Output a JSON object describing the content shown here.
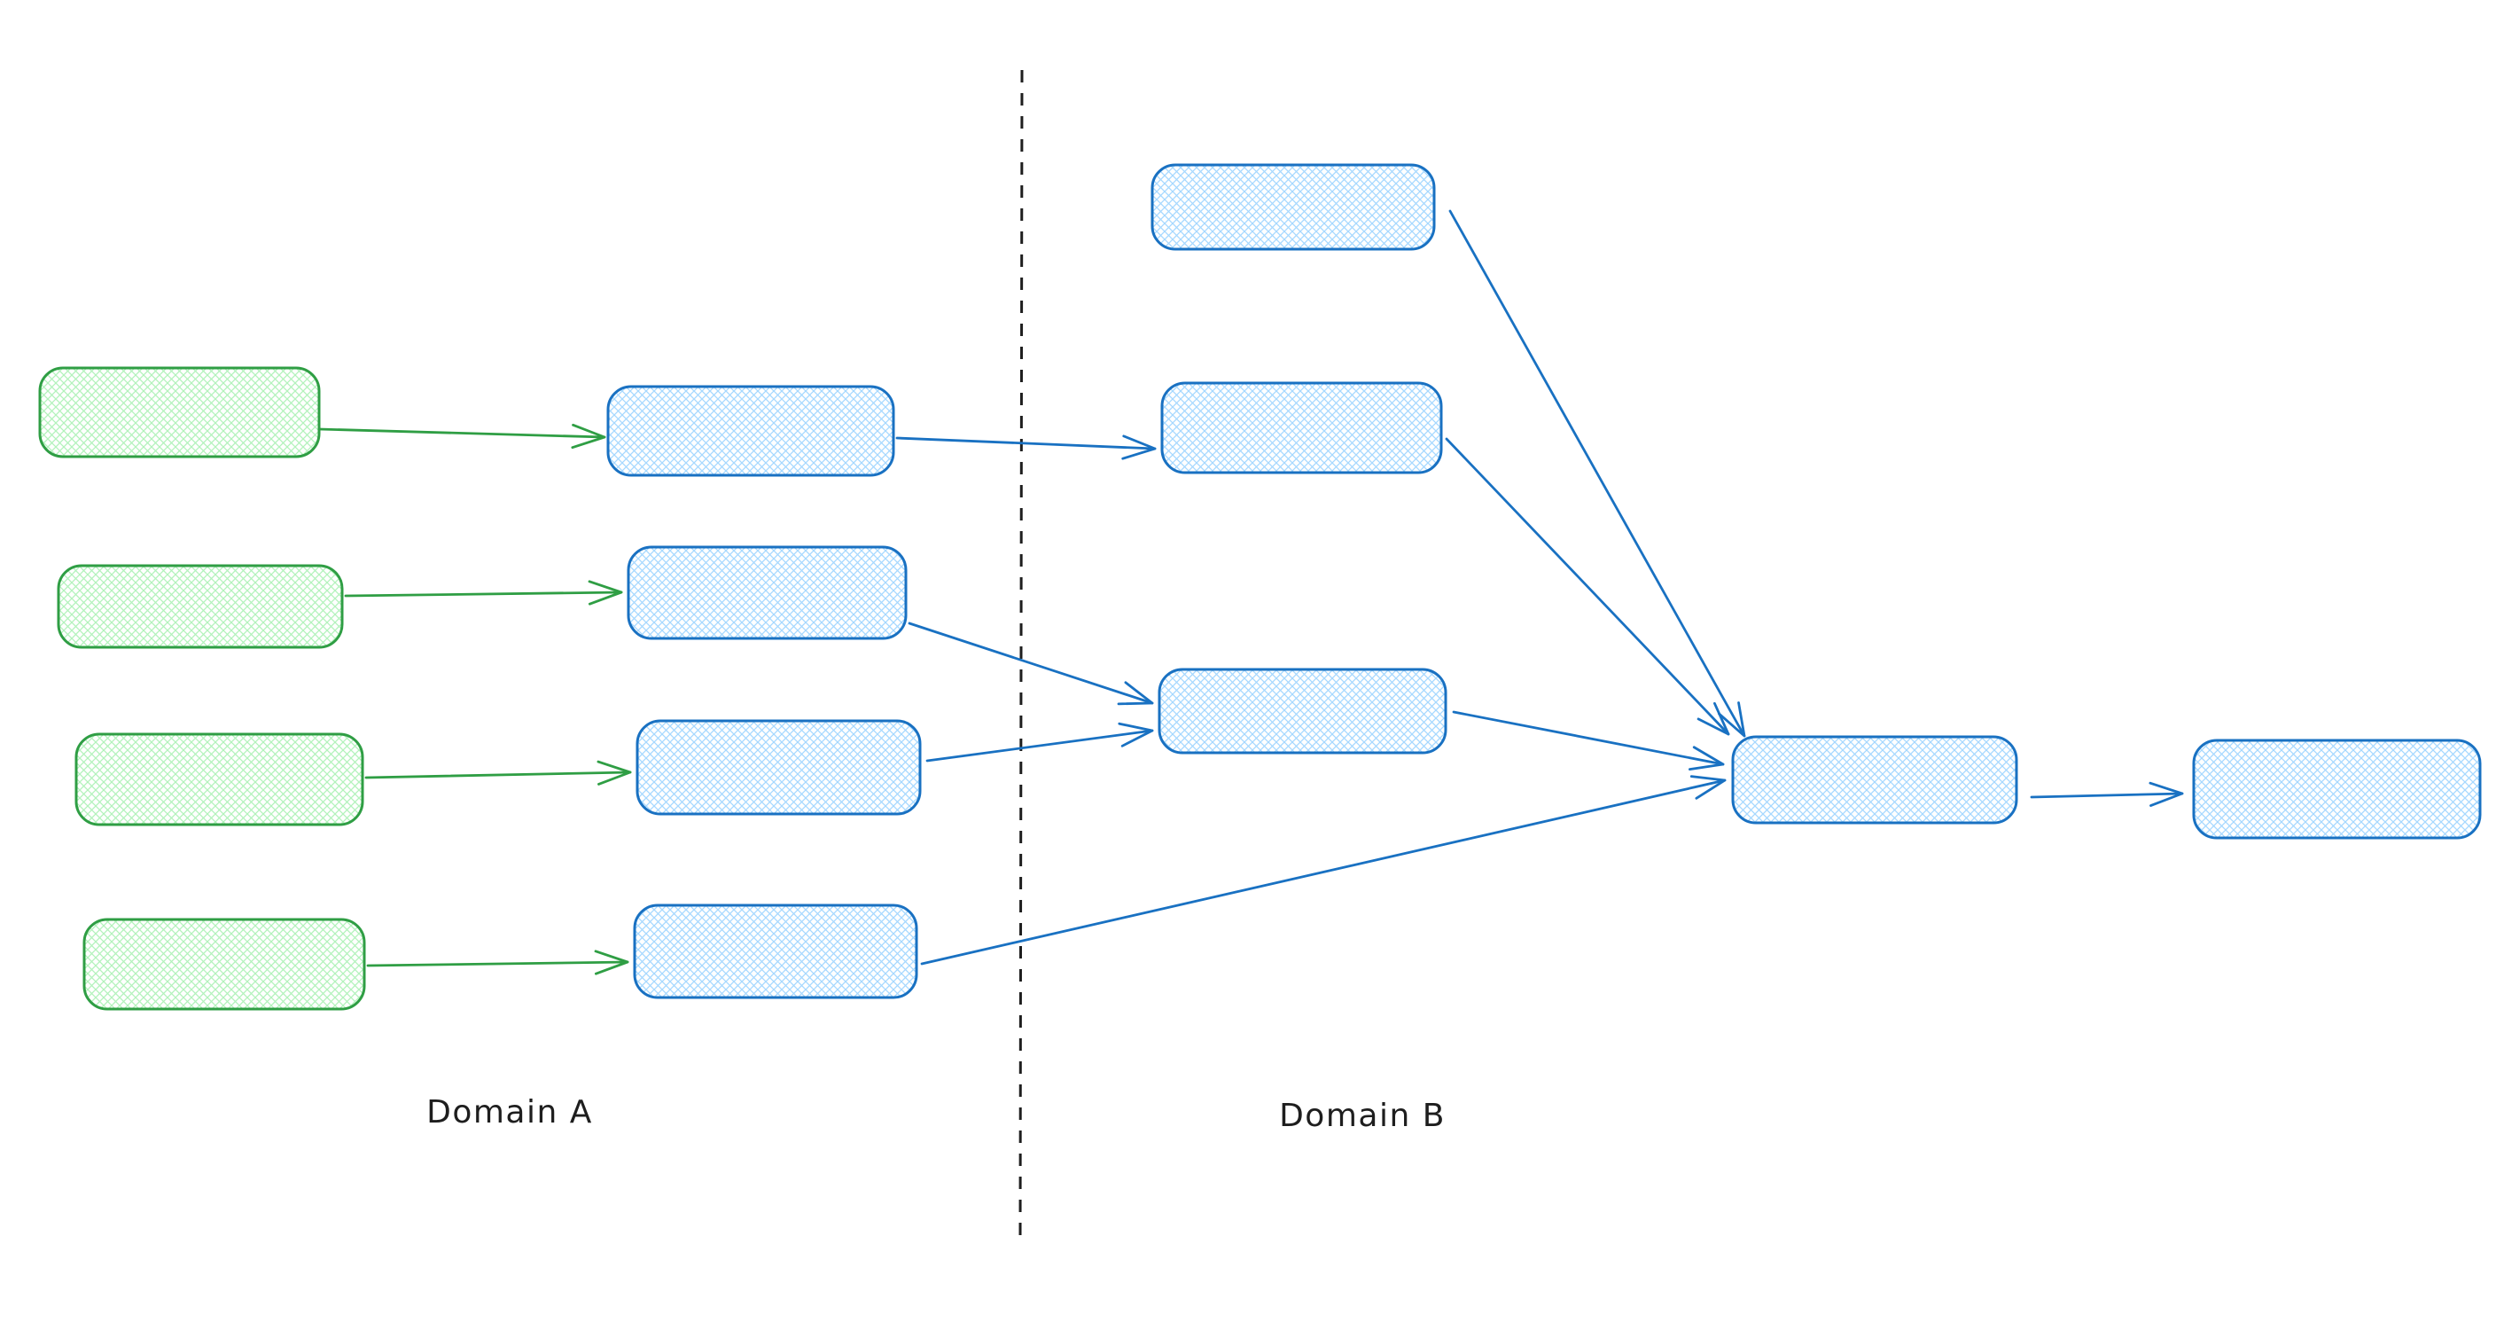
{
  "diagram": {
    "labels": {
      "domain_a": "Domain A",
      "domain_b": "Domain B"
    },
    "colors": {
      "green_stroke": "#2f9e44",
      "green_fill": "#b2f2bb",
      "blue_stroke": "#1971c2",
      "blue_fill": "#a5d8ff",
      "divider": "#1e1e1e",
      "label_text": "#1e1e1e",
      "background": "#ffffff"
    },
    "nodes": [
      {
        "id": "source-1",
        "domain": "A",
        "color": "green",
        "text": ""
      },
      {
        "id": "source-2",
        "domain": "A",
        "color": "green",
        "text": ""
      },
      {
        "id": "source-3",
        "domain": "A",
        "color": "green",
        "text": ""
      },
      {
        "id": "source-4",
        "domain": "A",
        "color": "green",
        "text": ""
      },
      {
        "id": "stage-a1",
        "domain": "A",
        "color": "blue",
        "text": ""
      },
      {
        "id": "stage-a2",
        "domain": "A",
        "color": "blue",
        "text": ""
      },
      {
        "id": "stage-a3",
        "domain": "A",
        "color": "blue",
        "text": ""
      },
      {
        "id": "stage-a4",
        "domain": "A",
        "color": "blue",
        "text": ""
      },
      {
        "id": "node-b-top",
        "domain": "B",
        "color": "blue",
        "text": ""
      },
      {
        "id": "node-b-upper",
        "domain": "B",
        "color": "blue",
        "text": ""
      },
      {
        "id": "node-b-middle",
        "domain": "B",
        "color": "blue",
        "text": ""
      },
      {
        "id": "aggregator",
        "domain": "B",
        "color": "blue",
        "text": ""
      },
      {
        "id": "output",
        "domain": "B",
        "color": "blue",
        "text": ""
      }
    ],
    "edges": [
      {
        "from": "source-1",
        "to": "stage-a1",
        "color": "green"
      },
      {
        "from": "source-2",
        "to": "stage-a2",
        "color": "green"
      },
      {
        "from": "source-3",
        "to": "stage-a3",
        "color": "green"
      },
      {
        "from": "source-4",
        "to": "stage-a4",
        "color": "green"
      },
      {
        "from": "stage-a1",
        "to": "node-b-upper",
        "color": "blue"
      },
      {
        "from": "stage-a2",
        "to": "node-b-middle",
        "color": "blue"
      },
      {
        "from": "stage-a3",
        "to": "node-b-middle",
        "color": "blue"
      },
      {
        "from": "stage-a4",
        "to": "aggregator",
        "color": "blue"
      },
      {
        "from": "node-b-top",
        "to": "aggregator",
        "color": "blue"
      },
      {
        "from": "node-b-upper",
        "to": "aggregator",
        "color": "blue"
      },
      {
        "from": "node-b-middle",
        "to": "aggregator",
        "color": "blue"
      },
      {
        "from": "aggregator",
        "to": "output",
        "color": "blue"
      }
    ]
  }
}
